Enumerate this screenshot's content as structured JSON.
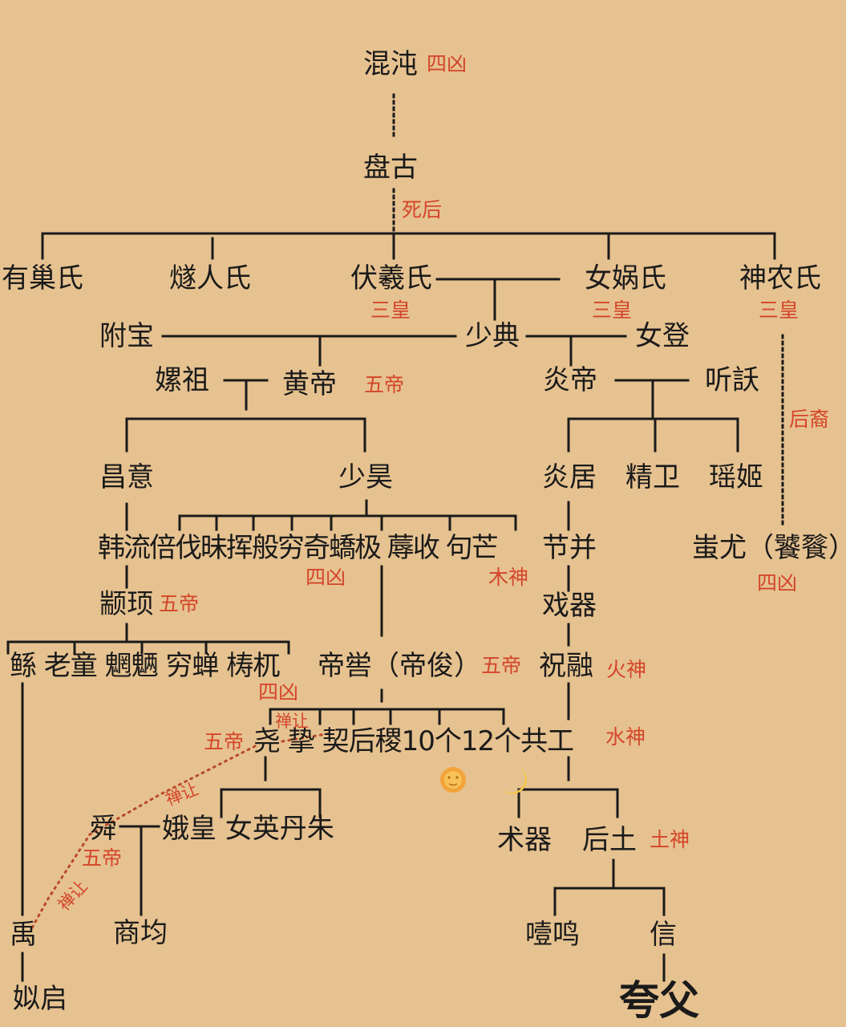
{
  "colors": {
    "background": "#e6c290",
    "text": "#1a1a1a",
    "tag": "#d4452a",
    "line": "#1a1a1a"
  },
  "nodes": {
    "hundun": "混沌",
    "pangu": "盘古",
    "youchao": "有巢氏",
    "suiren": "燧人氏",
    "fuxi": "伏羲氏",
    "nuwa": "女娲氏",
    "shennong": "神农氏",
    "fubao": "附宝",
    "shaodian": "少典",
    "nvdeng": "女登",
    "leizu": "嫘祖",
    "huangdi": "黄帝",
    "yandi": "炎帝",
    "tingyao": "听訞",
    "changyi": "昌意",
    "shaohao": "少昊",
    "yanju": "炎居",
    "jingwei": "精卫",
    "yaoji": "瑶姬",
    "shaohao_children": "韩流倍伐昧挥般穷奇蟜极 蓐收 句芒",
    "jiebing": "节并",
    "chiyou": "蚩尤（饕餮）",
    "zhuanxu": "颛顼",
    "xiqi": "戏器",
    "zhuanxu_children": "鲧 老童 魍魉 穷蝉 梼杌",
    "diku": "帝喾（帝俊）",
    "zhurong": "祝融",
    "ku_children": "尧  挚 契后稷10个12个共工",
    "shun": "舜",
    "ehuang": "娥皇 女英丹朱",
    "shuqi": "术器",
    "houtu": "后土",
    "yu": "禹",
    "shangjun": "商均",
    "yiming": "噎鸣",
    "xin": "信",
    "siqi": "姒启",
    "kuafu": "夸父"
  },
  "tags": {
    "hundun": "四凶",
    "pangu": "死后",
    "fuxi": "三皇",
    "nuwa": "三皇",
    "shennong": "三皇",
    "huangdi": "五帝",
    "descendant": "后裔",
    "qiongqi": "四凶",
    "goumang": "木神",
    "zhuanxu": "五帝",
    "taowu": "四凶",
    "diku": "五帝",
    "zhurong": "火神",
    "yao_chanrang": "禅让",
    "yao": "五帝",
    "gonggong": "水神",
    "shun_chanrang": "禅让",
    "shun": "五帝",
    "houtu": "土神",
    "yu_chanrang": "禅让",
    "chiyou": "四凶"
  },
  "icons": [
    "sun-icon",
    "moon-icon"
  ]
}
